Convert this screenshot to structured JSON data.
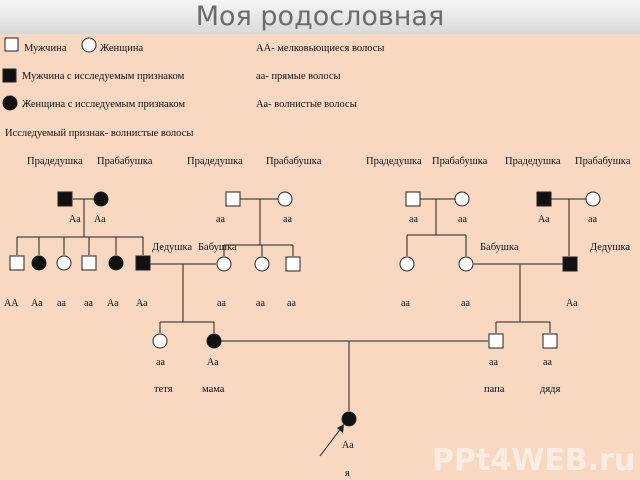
{
  "title": "Моя родословная",
  "legend": {
    "male": "Мужчина",
    "female": "Женщина",
    "affected_male": "Мужчина с исследуемым признаком",
    "affected_female": "Женщина с исследуемым признаком",
    "trait": "Исследуемый признак- волнистые волосы",
    "gt_AA": "АА- мелковьющиеся волосы",
    "gt_aa": "аа- прямые волосы",
    "gt_Aa": "Аа-  волнистые волосы"
  },
  "roles": {
    "great_grandfather": "Прадедушка",
    "great_grandmother": "Прабабушка",
    "grandfather": "Дедушка",
    "grandmother": "Бабушка",
    "aunt": "тетя",
    "mom": "мама",
    "dad": "папа",
    "uncle": "дядя",
    "me": "я"
  },
  "genotypes": {
    "AA": "АА",
    "Aa": "Аа",
    "aa": "аа"
  },
  "watermark": "PPt4WEB.ru"
}
